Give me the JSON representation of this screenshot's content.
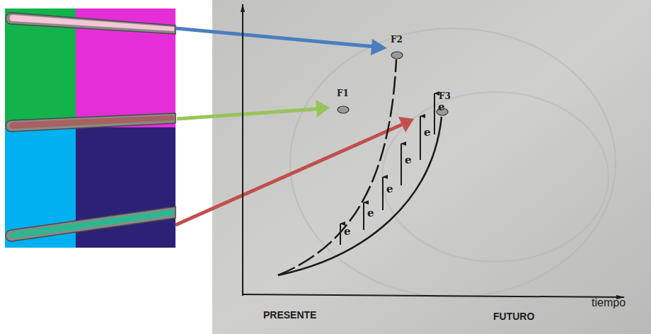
{
  "diagram": {
    "labels": [
      "F1",
      "F2",
      "F3",
      "e",
      "e",
      "e",
      "e",
      "e",
      "e",
      "tiempo",
      "PRESENTE",
      "FUTURO"
    ]
  }
}
